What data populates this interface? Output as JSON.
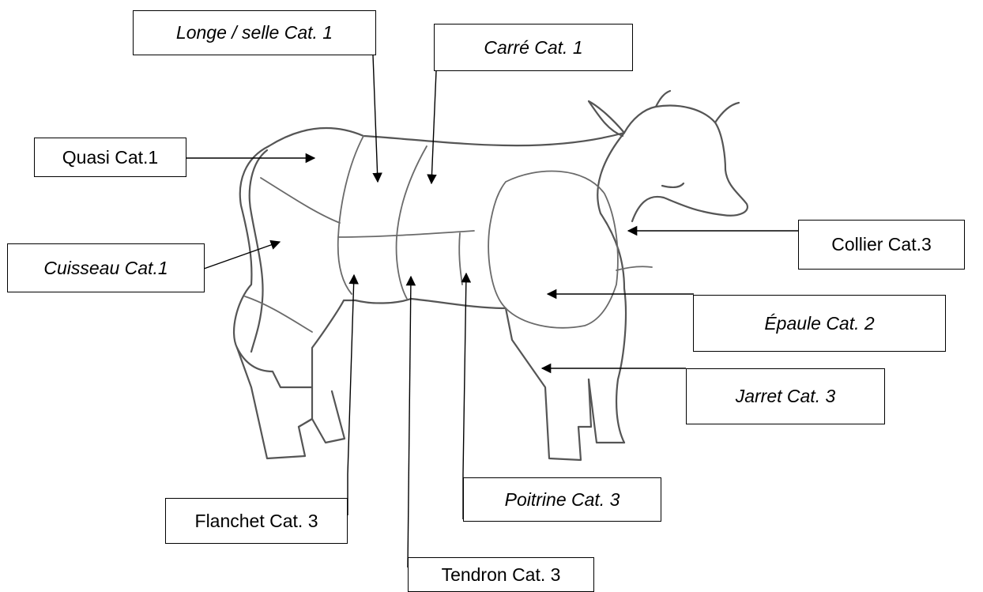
{
  "labels": {
    "longe": "Longe / selle  Cat. 1",
    "carre": "Carré Cat. 1",
    "quasi": "Quasi Cat.1",
    "cuisseau": "Cuisseau Cat.1",
    "collier": "Collier Cat.3",
    "epaule": "Épaule Cat. 2",
    "jarret": "Jarret Cat. 3",
    "flanchet": "Flanchet Cat. 3",
    "poitrine": "Poitrine Cat. 3",
    "tendron": "Tendron Cat. 3"
  }
}
